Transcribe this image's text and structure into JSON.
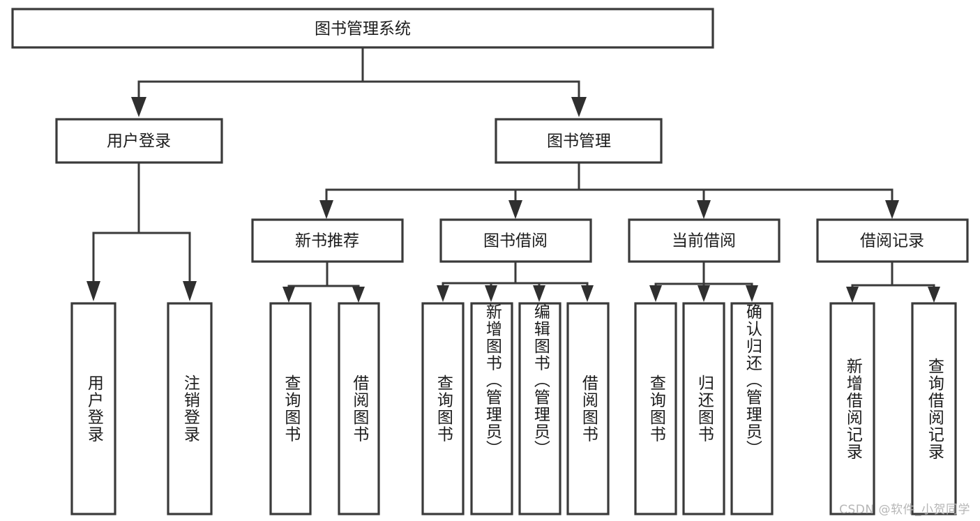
{
  "diagram": {
    "type": "tree-hierarchy-chart",
    "title": "图书管理系统",
    "colors": {
      "box_stroke": "#3a3a3a",
      "box_fill": "#ffffff",
      "connector": "#3a3a3a",
      "text": "#1b1b1b",
      "watermark": "#b6b6b6",
      "background": "#ffffff"
    },
    "root": {
      "label": "图书管理系统"
    },
    "level1": [
      {
        "label": "用户登录"
      },
      {
        "label": "图书管理"
      }
    ],
    "level2": [
      {
        "label": "新书推荐"
      },
      {
        "label": "图书借阅"
      },
      {
        "label": "当前借阅"
      },
      {
        "label": "借阅记录"
      }
    ],
    "leaves": {
      "user_login": [
        {
          "label": "用户登录"
        },
        {
          "label": "注销登录"
        }
      ],
      "new_book_recommend": [
        {
          "label": "查询图书"
        },
        {
          "label": "借阅图书"
        }
      ],
      "book_borrow": [
        {
          "label": "查询图书"
        },
        {
          "label": "新增图书（管理员）"
        },
        {
          "label": "编辑图书（管理员）"
        },
        {
          "label": "借阅图书"
        }
      ],
      "current_borrow": [
        {
          "label": "查询图书"
        },
        {
          "label": "归还图书"
        },
        {
          "label": "确认归还（管理员）"
        }
      ],
      "borrow_record": [
        {
          "label": "新增借阅记录"
        },
        {
          "label": "查询借阅记录"
        }
      ]
    }
  },
  "watermark": {
    "text": "CSDN @软件_小贺同学"
  }
}
